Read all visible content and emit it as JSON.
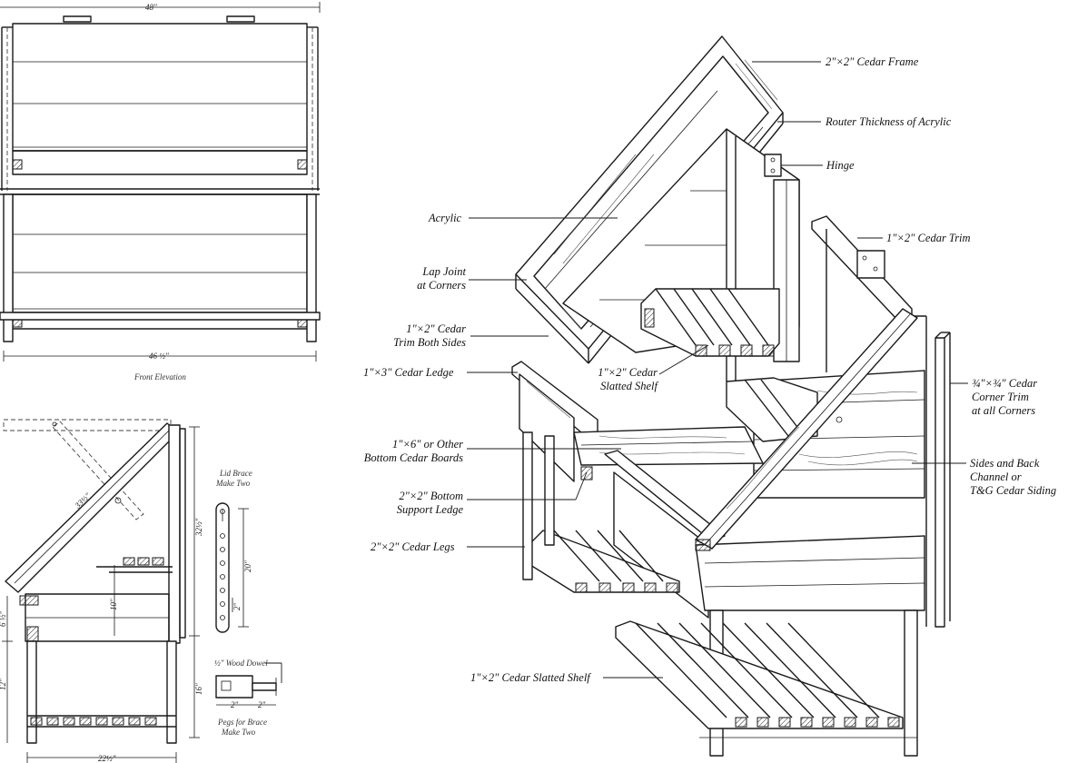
{
  "front_elevation": {
    "caption": "Front Elevation",
    "width_top": "48\"",
    "width_bottom": "46 ½\""
  },
  "side_view": {
    "lid_length": "33½\"",
    "height_total": "32½\"",
    "height_lower": "16\"",
    "shelf_gap": "10\"",
    "ledge_height": "6 ½\"",
    "leg_height": "12\"",
    "depth": "22½\""
  },
  "brace": {
    "title": "Lid Brace\nMake Two",
    "length": "20\"",
    "hole_spacing": "2\""
  },
  "pegs": {
    "dowel": "½\" Wood Dowel",
    "dim1": "2\"",
    "dim2": "2\"",
    "title": "Pegs for Brace\nMake Two"
  },
  "callouts": {
    "frame": "2\"×2\" Cedar Frame",
    "router": "Router Thickness of Acrylic",
    "hinge": "Hinge",
    "acrylic": "Acrylic",
    "trim": "1\"×2\" Cedar Trim",
    "lap_joint": "Lap Joint\nat Corners",
    "trim_both": "1\"×2\" Cedar\nTrim Both Sides",
    "ledge": "1\"×3\" Cedar Ledge",
    "slatted_upper": "1\"×2\" Cedar\nSlatted Shelf",
    "corner_trim": "¾\"×¾\" Cedar\nCorner Trim\nat all Corners",
    "bottom_boards": "1\"×6\" or Other\nBottom Cedar Boards",
    "sides_back": "Sides and Back\nChannel or\nT&G Cedar Siding",
    "support_ledge": "2\"×2\" Bottom\nSupport Ledge",
    "legs": "2\"×2\" Cedar Legs",
    "slatted_lower": "1\"×2\" Cedar Slatted Shelf"
  }
}
